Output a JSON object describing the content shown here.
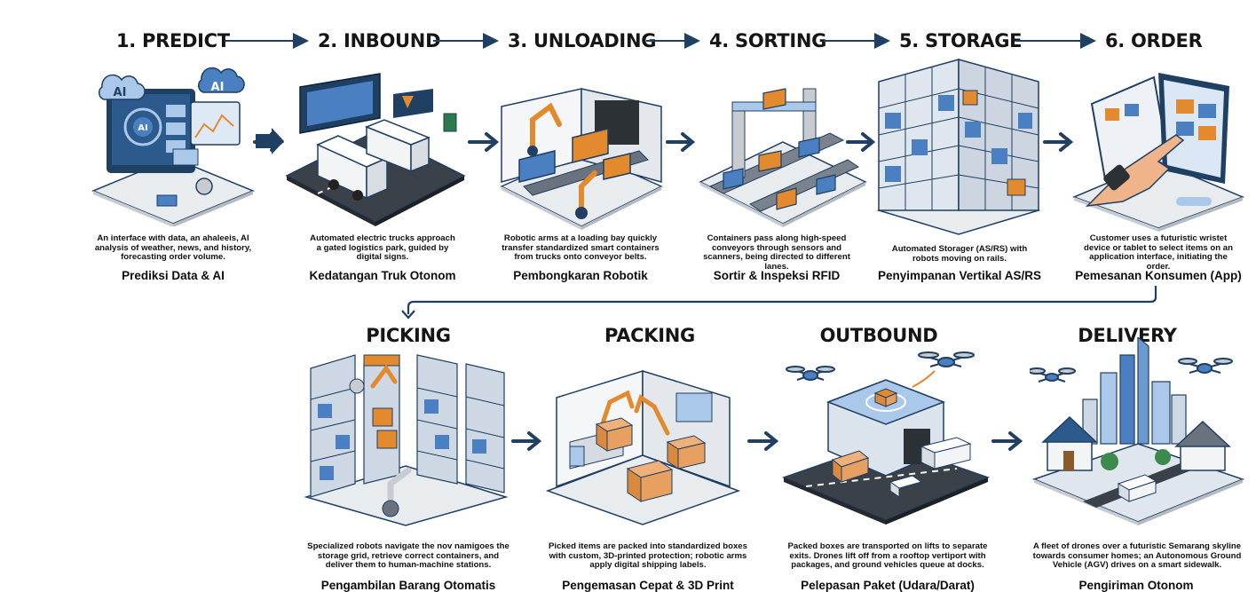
{
  "stages": [
    {
      "title": "1. PREDICT",
      "desc": "An interface with data, an ahaleeis, AI analysis of weather, news, and history, forecasting order volume.",
      "label": "Prediksi Data & AI",
      "icon": "ai-dashboard-icon"
    },
    {
      "title": "2. INBOUND",
      "desc": "Automated electric trucks approach a gated logistics park, guided by digital signs.",
      "label": "Kedatangan Truk Otonom",
      "icon": "truck-icon"
    },
    {
      "title": "3. UNLOADING",
      "desc": "Robotic arms at a loading bay quickly transfer standardized smart containers from trucks onto conveyor belts.",
      "label": "Pembongkaran Robotik",
      "icon": "robot-arm-icon"
    },
    {
      "title": "4. SORTING",
      "desc": "Containers pass along high-speed conveyors through sensors and scanners, being directed to different lanes.",
      "label": "Sortir & Inspeksi RFID",
      "icon": "conveyor-icon"
    },
    {
      "title": "5. STORAGE",
      "desc": "Automated Storager (AS/RS) with robots moving on rails.",
      "label": "Penyimpanan Vertikal AS/RS",
      "icon": "storage-rack-icon"
    },
    {
      "title": "6. ORDER",
      "desc": "Customer uses a futuristic wristet device or tablet to select items on an application interface, initiating the order.",
      "label": "Pemesanan Konsumen (App)",
      "icon": "tablet-icon"
    },
    {
      "title": "PICKING",
      "desc": "Specialized robots navigate the nov namigoes the storage grid, retrieve correct containers, and deliver them to human-machine stations.",
      "label": "Pengambilan Barang Otomatis",
      "icon": "picking-robot-icon"
    },
    {
      "title": "PACKING",
      "desc": "Picked items are packed into standardized boxes with custom, 3D-printed protection; robotic arms apply digital shipping labels.",
      "label": "Pengemasan Cepat & 3D Print",
      "icon": "packing-icon"
    },
    {
      "title": "OUTBOUND",
      "desc": "Packed boxes are transported on lifts to separate exits. Drones lift off from a rooftop vertiport with packages, and ground vehicles queue at docks.",
      "label": "Pelepasan Paket (Udara/Darat)",
      "icon": "drone-icon"
    },
    {
      "title": "DELIVERY",
      "desc": "A fleet of drones over a futuristic Semarang skyline towards consumer homes; an Autonomous Ground Vehicle (AGV) drives on a smart sidewalk.",
      "label": "Pengiriman Otonom",
      "icon": "city-delivery-icon"
    }
  ],
  "colors": {
    "dark_blue": "#1f3f63",
    "blue": "#4a7fc1",
    "light_blue": "#a9c8ea",
    "orange": "#e38a2e",
    "grey": "#c8ccd1",
    "floor": "#e9ecef"
  }
}
